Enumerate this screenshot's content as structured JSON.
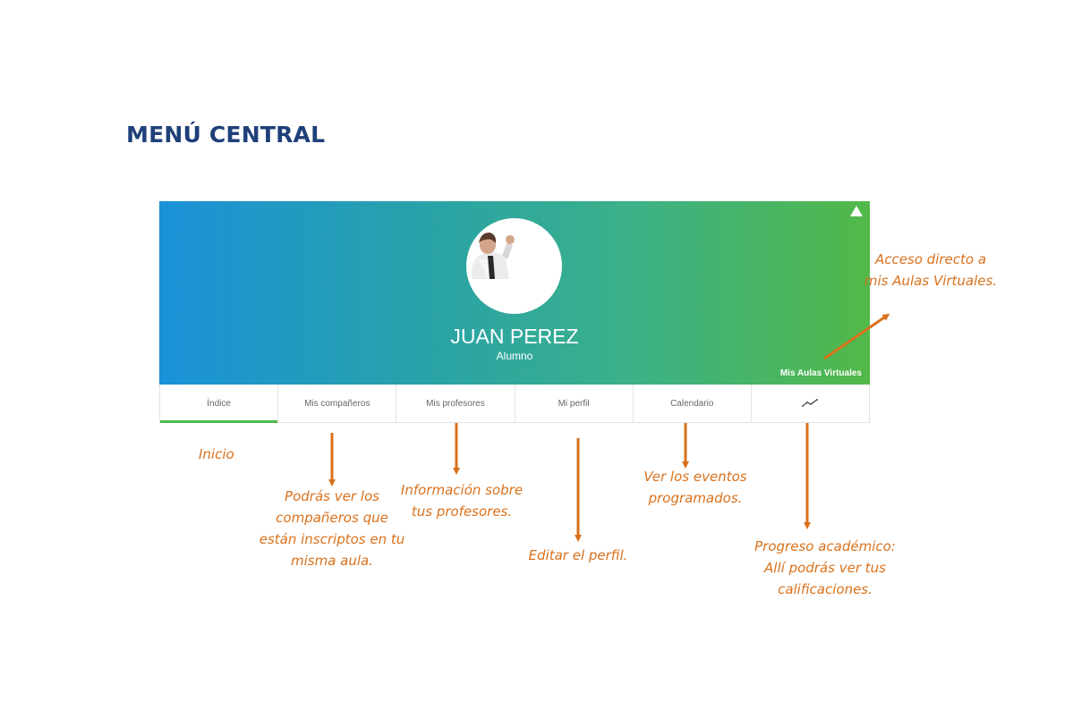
{
  "page": {
    "title": "MENÚ CENTRAL"
  },
  "profile": {
    "name": "JUAN PEREZ",
    "role": "Alumno",
    "aulas_link": "Mis Aulas Virtuales"
  },
  "tabs": [
    {
      "label": "Índice",
      "active": true
    },
    {
      "label": "Mis compañeros"
    },
    {
      "label": "Mis profesores"
    },
    {
      "label": "Mi perfil"
    },
    {
      "label": "Calendario"
    },
    {
      "label": "",
      "icon": "trend-chart-icon"
    }
  ],
  "annotations": {
    "aulas": [
      "Acceso directo a",
      "mis Aulas Virtuales."
    ],
    "inicio": [
      "Inicio"
    ],
    "companeros": [
      "Podrás ver los",
      "compañeros que",
      "están inscriptos en tu",
      "misma aula."
    ],
    "profesores": [
      "Información sobre",
      "tus profesores."
    ],
    "perfil": [
      "Editar el perfil."
    ],
    "calendario": [
      "Ver los eventos",
      "programados."
    ],
    "progreso": [
      "Progreso académico:",
      "Allí podrás ver tus",
      "calificaciones."
    ]
  },
  "colors": {
    "title": "#1f4079",
    "annotation": "#d9711c",
    "active_tab": "#4cb84a",
    "gradient_start": "#1a92d9",
    "gradient_end": "#52b848"
  }
}
